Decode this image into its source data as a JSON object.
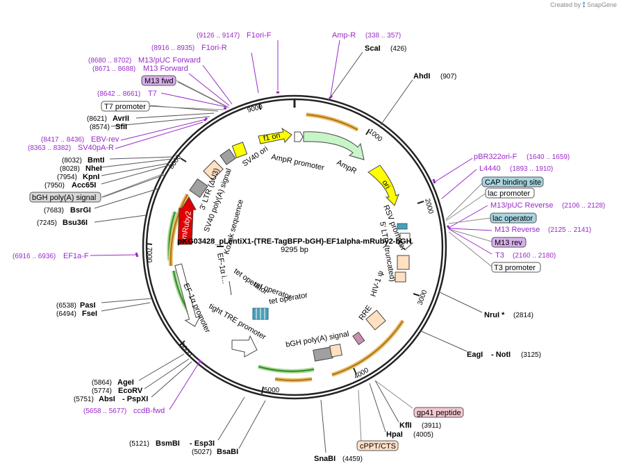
{
  "brand": {
    "created_by": "Created by",
    "name": "SnapGene"
  },
  "plasmid": {
    "name": "pKG03428_pLentiX1-(TRE-TagBFP-bGH)-EF1alpha-mRuby2-bGH",
    "size": "9295 bp"
  },
  "ticks": [
    "1000",
    "2000",
    "3000",
    "4000",
    "5000",
    "6000",
    "7000",
    "8000",
    "9000"
  ],
  "enzymes": [
    {
      "name": "ScaI",
      "pos": "(426)"
    },
    {
      "name": "AhdI",
      "pos": "(907)"
    },
    {
      "name": "NruI *",
      "pos": "(2814)"
    },
    {
      "name": "EagI",
      "name2": "- NotI",
      "pos": "(3125)"
    },
    {
      "name": "KflI",
      "pos": "(3911)"
    },
    {
      "name": "HpaI",
      "pos": "(4005)"
    },
    {
      "name": "SnaBI",
      "pos": "(4459)"
    },
    {
      "name": "BsaBI",
      "pos": "(5027)"
    },
    {
      "name": "BsmBI",
      "name2": "- Esp3I",
      "pos": "(5121)"
    },
    {
      "name": "AbsI",
      "name2": "- PspXI",
      "pos": "(5751)"
    },
    {
      "name": "EcoRV",
      "pos": "(5774)"
    },
    {
      "name": "AgeI",
      "pos": "(5864)"
    },
    {
      "name": "FseI",
      "pos": "(6494)"
    },
    {
      "name": "PasI",
      "pos": "(6538)"
    },
    {
      "name": "Bsu36I",
      "pos": "(7245)"
    },
    {
      "name": "BsrGI",
      "pos": "(7683)"
    },
    {
      "name": "Acc65I",
      "pos": "(7950)"
    },
    {
      "name": "KpnI",
      "pos": "(7954)"
    },
    {
      "name": "NheI",
      "pos": "(8028)"
    },
    {
      "name": "BmtI",
      "pos": "(8032)"
    },
    {
      "name": "SfiI",
      "pos": "(8574)"
    },
    {
      "name": "AvrII",
      "pos": "(8621)"
    }
  ],
  "primers": [
    {
      "name": "F1ori-F",
      "pos": "(9126 .. 9147)"
    },
    {
      "name": "F1ori-R",
      "pos": "(8916 .. 8935)"
    },
    {
      "name": "Amp-R",
      "pos": "(338 .. 357)"
    },
    {
      "name": "M13/pUC Forward",
      "pos": "(8680 .. 8702)"
    },
    {
      "name": "M13 Forward",
      "pos": "(8671 .. 8688)"
    },
    {
      "name": "T7",
      "pos": "(8642 .. 8661)"
    },
    {
      "name": "EBV-rev",
      "pos": "(8417 .. 8436)"
    },
    {
      "name": "SV40pA-R",
      "pos": "(8363 .. 8382)"
    },
    {
      "name": "pBR322ori-F",
      "pos": "(1640 .. 1659)"
    },
    {
      "name": "L4440",
      "pos": "(1893 .. 1910)"
    },
    {
      "name": "M13/pUC Reverse",
      "pos": "(2106 .. 2128)"
    },
    {
      "name": "M13 Reverse",
      "pos": "(2125 .. 2141)"
    },
    {
      "name": "T3",
      "pos": "(2160 .. 2180)"
    },
    {
      "name": "EF1a-F",
      "pos": "(6916 .. 6936)"
    },
    {
      "name": "ccdB-fwd",
      "pos": "(5658 .. 5677)"
    }
  ],
  "boxes": [
    {
      "label": "M13 fwd"
    },
    {
      "label": "T7 promoter"
    },
    {
      "label": "bGH poly(A) signal"
    },
    {
      "label": "CAP binding site"
    },
    {
      "label": "lac promoter"
    },
    {
      "label": "lac operator"
    },
    {
      "label": "M13 rev"
    },
    {
      "label": "T3 promoter"
    },
    {
      "label": "gp41 peptide"
    },
    {
      "label": "cPPT/CTS"
    }
  ],
  "features": [
    {
      "label": "f1 ori"
    },
    {
      "label": "SV40 ori"
    },
    {
      "label": "AmpR promoter"
    },
    {
      "label": "AmpR"
    },
    {
      "label": "ori"
    },
    {
      "label": "RSV promoter"
    },
    {
      "label": "5' LTR (truncated)"
    },
    {
      "label": "HIV-1 ψ"
    },
    {
      "label": "RRE"
    },
    {
      "label": "bGH poly(A) signal"
    },
    {
      "label": "tight TRE promoter"
    },
    {
      "label": "tet operator"
    },
    {
      "label": "tet operator"
    },
    {
      "label": "tet operator"
    },
    {
      "label": "EF-1α promoter"
    },
    {
      "label": "EF-1α i..."
    },
    {
      "label": "Kozak sequence"
    },
    {
      "label": "mRuby2"
    },
    {
      "label": "3' LTR (ΔU3)"
    },
    {
      "label": "SV40 poly(A) signal"
    }
  ],
  "colors": {
    "primer": "#9a28c8",
    "backbone": "#222222",
    "ampr": "#c8f5c8",
    "ori": "#ffff00",
    "mruby": "#e00000",
    "orf_yellow": "#d89a20",
    "orf_green": "#2e8b2e",
    "peach": "#ffe0c0",
    "gray": "#a0a0a0",
    "box_purple": "#d8b0ec",
    "box_teal": "#a8d4e0",
    "box_pink": "#f4c8d0",
    "box_peach": "#ffe0c8"
  }
}
